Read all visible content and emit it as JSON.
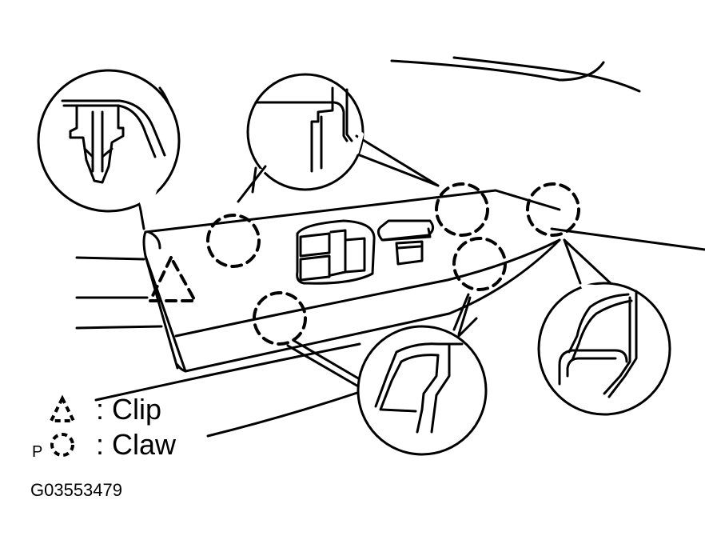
{
  "legend": {
    "clip_label": ": Clip",
    "claw_label": ": Claw",
    "claw_prefix": "P"
  },
  "figure_code": "G03553479",
  "colors": {
    "ink": "#000000",
    "paper": "#ffffff"
  }
}
